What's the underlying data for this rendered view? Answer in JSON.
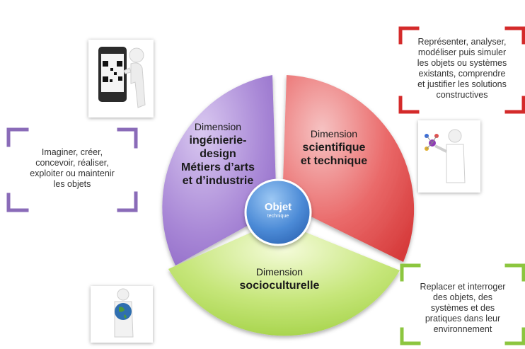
{
  "segments": {
    "left": {
      "line1": "Dimension",
      "line2": "ingénierie-",
      "line3": "design",
      "line4": "Métiers d’arts",
      "line5": "et d’industrie",
      "color": "#9d78cf"
    },
    "right": {
      "line1": "Dimension",
      "line2": "scientifique",
      "line3": "et technique",
      "color": "#e24a4a"
    },
    "bottom": {
      "line1": "Dimension",
      "line2": "socioculturelle",
      "color": "#a8d84a"
    }
  },
  "center": {
    "title": "Objet",
    "subtitle": "technique",
    "color": "#3d7fd0"
  },
  "boxes": {
    "left": {
      "lines": [
        "Imaginer, créer,",
        "concevoir, réaliser,",
        "exploiter ou maintenir",
        "les objets"
      ],
      "color": "#8a6bb8"
    },
    "top_right": {
      "lines": [
        "Représenter, analyser,",
        "modéliser puis simuler",
        "les objets ou systèmes",
        "existants, comprendre",
        "et justifier les solutions",
        "constructives"
      ],
      "color": "#d42a2a"
    },
    "bottom_right": {
      "lines": [
        "Replacer et interroger",
        "des objets, des",
        "systèmes et des",
        "pratiques dans leur",
        "environnement"
      ],
      "color": "#8cc63f"
    }
  },
  "images": {
    "phone": "smartphone-qr-code-figure",
    "scientist": "scientist-with-molecule-figure",
    "globe": "figure-holding-globe"
  }
}
